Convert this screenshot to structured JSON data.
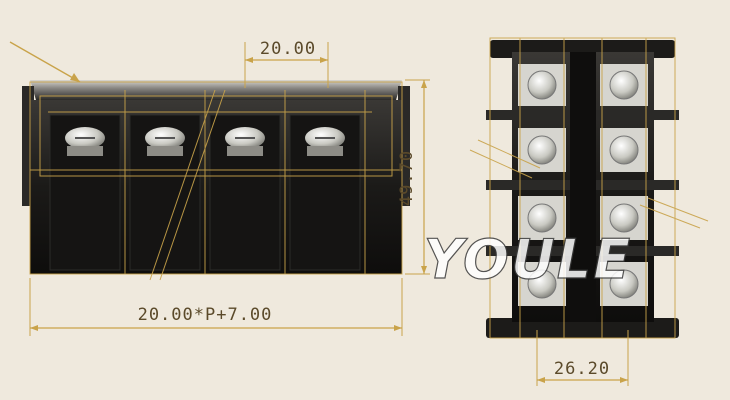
{
  "dimensions": {
    "pitch": "20.00",
    "height": "49.70",
    "length": "20.00*P+7.00",
    "width": "26.20"
  },
  "watermark": "YOULE",
  "colors": {
    "background": "#efe9dd",
    "body": "#1c1b19",
    "dimension_line": "#c9a34a",
    "terminal": "#d9d9d2"
  }
}
